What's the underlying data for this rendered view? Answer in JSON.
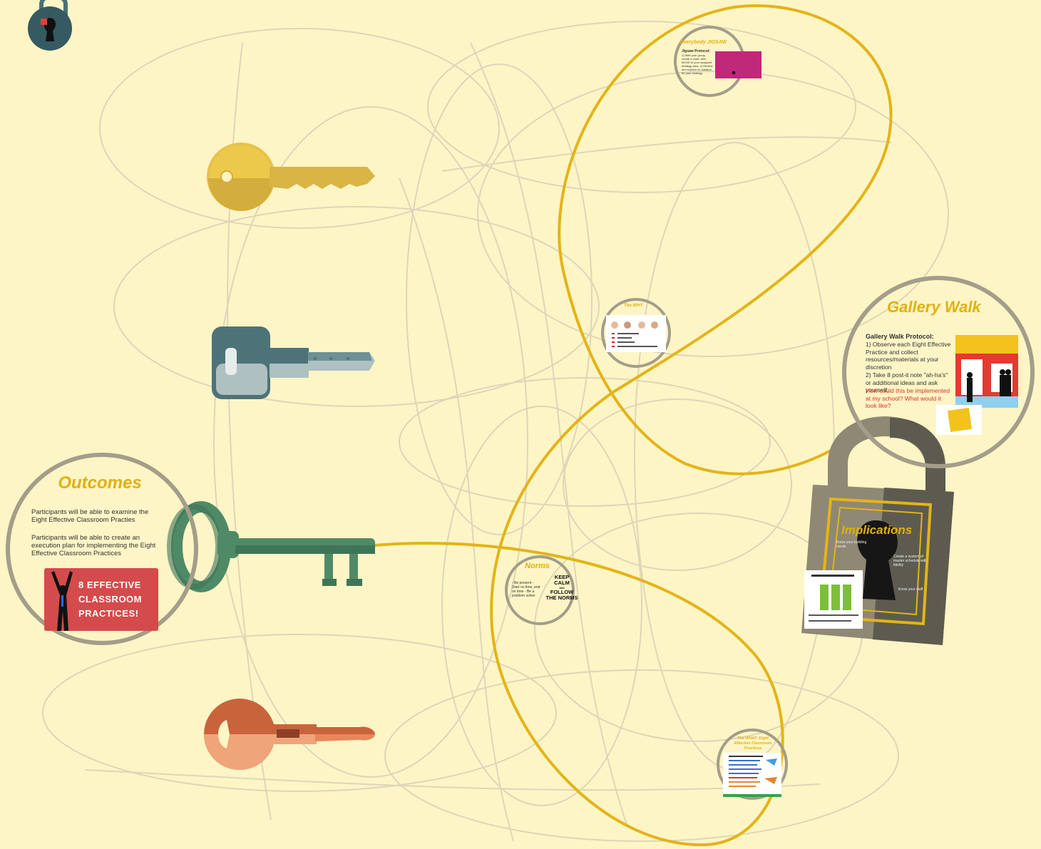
{
  "logo": {
    "icon": "lock-logo-icon"
  },
  "colors": {
    "background": "#fdf5c6",
    "path": "#e3b416",
    "scribble": "#d9d3b6",
    "frame": "#a49d89",
    "accent_title": "#e0b010",
    "key_yellow": "#ecc94b",
    "key_teal": "#4d7379",
    "key_green": "#4f8a67",
    "key_orange": "#c9633c"
  },
  "outcomes": {
    "title": "Outcomes",
    "line1": "Participants will be able to examine the Eight Effective Classroom Practies",
    "line2": "Participants will be able to create an execution plan for implementing the Eight Effective Classroom Practices",
    "badge_line1": "8 EFFECTIVE",
    "badge_line2": "CLASSROOM",
    "badge_line3": "PRACTICES!"
  },
  "jigsaw": {
    "title": "Everybody JIGSAW",
    "heading": "Jigsaw Protocol:",
    "text": "1) With your group, create a chart, then MOVE to your assigned strategy area. 2) Review and explore on notation for your strategy."
  },
  "why": {
    "title": "The WHY"
  },
  "gallery": {
    "title": "Gallery Walk",
    "heading": "Gallery Walk Protocol:",
    "step1": "1) Observe each Eight Effective Practice and collect resources/materials at your discretion",
    "step2": "2) Take 8 post-it note \"ah-ha's\" or additional ideas and ask yourself:",
    "question": "How could this be implemented at my school? What would it look like?"
  },
  "implications": {
    "title": "Implications",
    "note1": "Know your building needs",
    "note2": "Create a system of master schedule with fidelity",
    "note3": "Know your staff"
  },
  "norms": {
    "title": "Norms",
    "items": "- Be present - Start on time, end on time - Be a problem solver",
    "keep1": "KEEP",
    "keep2": "CALM",
    "keep3": "and",
    "keep4": "FOLLOW",
    "keep5": "THE NORMS"
  },
  "bottom": {
    "title": "The WHAT: Eight Effective Classroom Practices"
  }
}
